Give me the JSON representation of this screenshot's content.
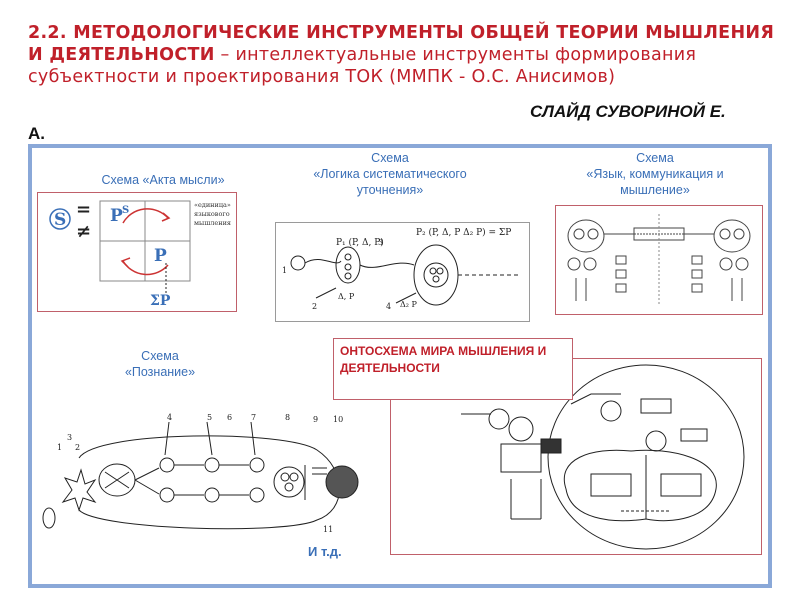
{
  "slide": {
    "title_bold": "2.2. МЕТОДОЛОГИЧЕСКИЕ ИНСТРУМЕНТЫ ОБЩЕЙ ТЕОРИИ МЫШЛЕНИЯ И ДЕЯТЕЛЬНОСТИ",
    "title_rest": " – интеллектуальные инструменты формирования субъектности и проектирования ТОК (ММПК - О.С. Анисимов)",
    "credit_line1": "СЛАЙД СУВОРИНОЙ Е.",
    "credit_line2": "А."
  },
  "captions": {
    "act": "Схема «Акта мысли»",
    "logic_line1": "Схема",
    "logic_line2": "«Логика систематического",
    "logic_line3": "уточнения»",
    "lang_line1": "Схема",
    "lang_line2": "«Язык, коммуникация и",
    "lang_line3": "мышление»",
    "know_line1": "Схема",
    "know_line2": "«Познание»",
    "onto": "ОНТОСХЕМА МИРА МЫШЛЕНИЯ И ДЕЯТЕЛЬНОСТИ",
    "etc": "И т.д."
  },
  "act_schema": {
    "s": "S",
    "eq": "=",
    "neq": "≠",
    "ps": "P",
    "ps_sup": "S",
    "p": "P",
    "sum_p": "ΣP",
    "note_line1": "«единица»",
    "note_line2": "языкового",
    "note_line3": "мышления"
  },
  "logic_schema": {
    "p1": "P₁ (P, Δ, P)",
    "p2": "P₂ (P, Δ, P Δ₂ P) = ΣP",
    "n1": "1",
    "n2": "2",
    "n3": "3",
    "n4": "4",
    "d1": "Δ, P",
    "d2": "Δ₂ P"
  },
  "know_schema": {
    "nums": [
      "1",
      "2",
      "3",
      "4",
      "5",
      "6",
      "7",
      "8",
      "9",
      "10",
      "11"
    ]
  }
}
